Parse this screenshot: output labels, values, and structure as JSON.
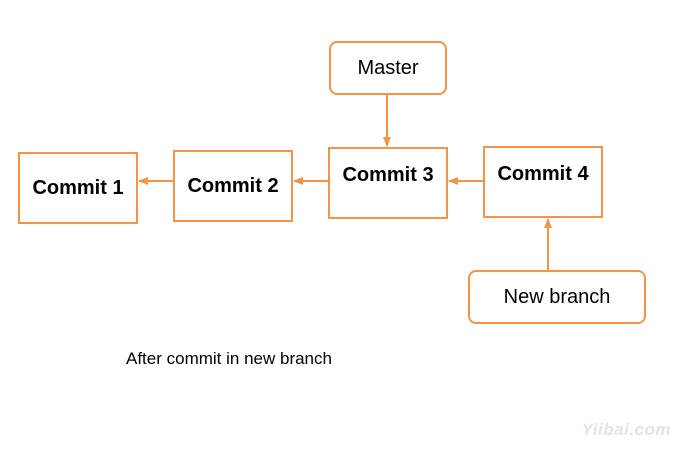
{
  "nodes": {
    "commit1": "Commit 1",
    "commit2": "Commit 2",
    "commit3": "Commit 3",
    "commit4": "Commit 4",
    "master": "Master",
    "new_branch": "New branch"
  },
  "edges": [
    {
      "from": "Commit 2",
      "to": "Commit 1"
    },
    {
      "from": "Commit 3",
      "to": "Commit 2"
    },
    {
      "from": "Commit 4",
      "to": "Commit 3"
    },
    {
      "from": "Master",
      "to": "Commit 3"
    },
    {
      "from": "New branch",
      "to": "Commit 4"
    }
  ],
  "caption": "After commit in new branch",
  "watermark": "Yiibai.com",
  "colors": {
    "accent": "#f0954a",
    "text": "#000000",
    "background": "#ffffff"
  }
}
